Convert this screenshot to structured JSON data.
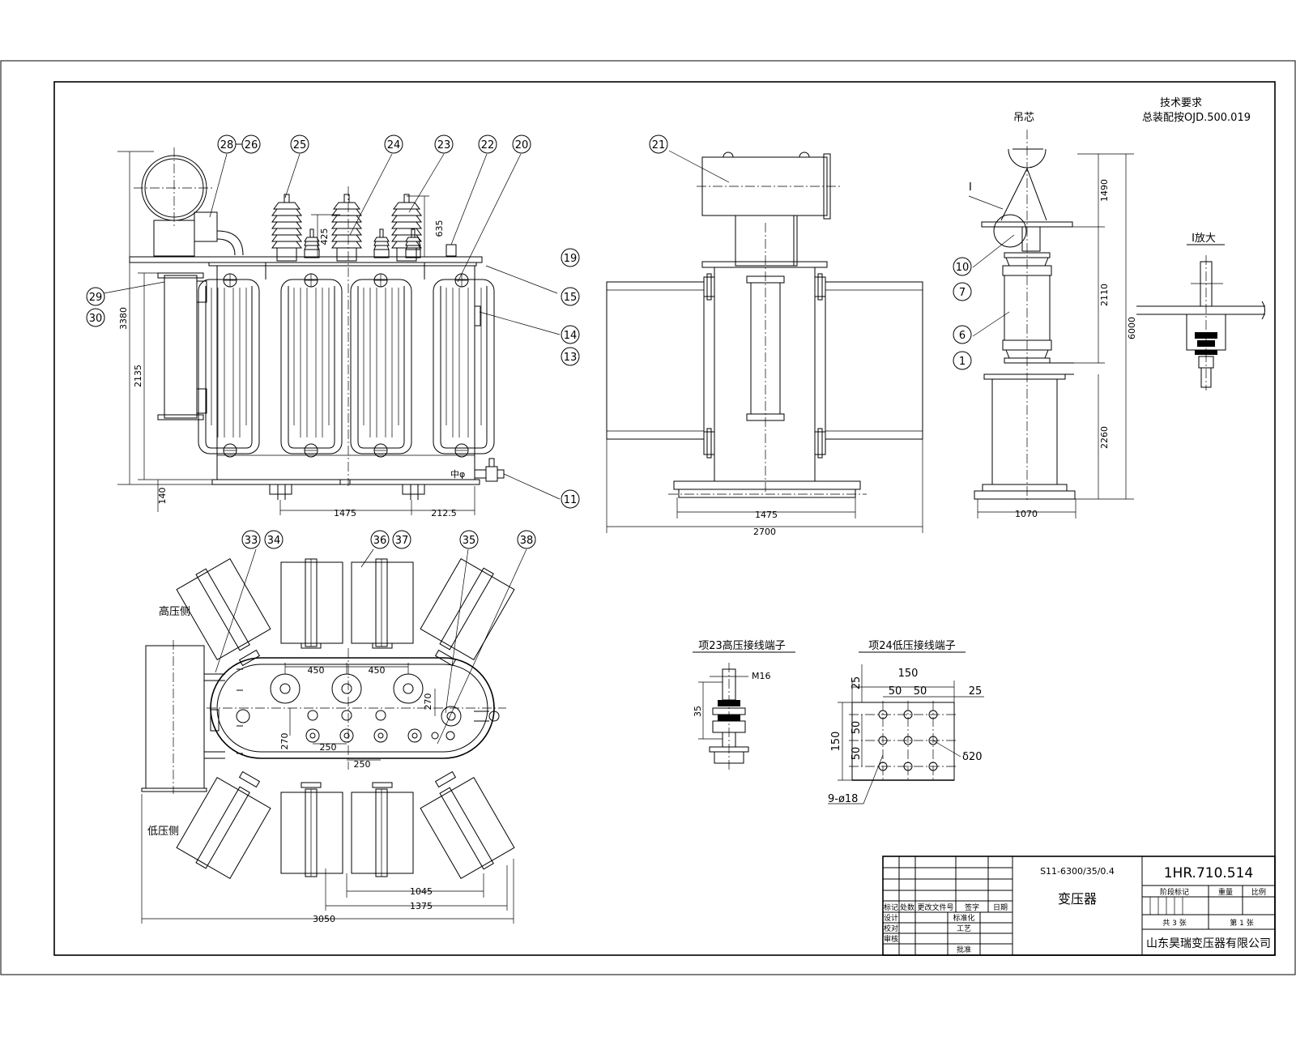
{
  "tech_requirements": {
    "title": "技术要求",
    "line": "总装配按OJD.500.019"
  },
  "front_view": {
    "dims": {
      "h_3380": "3380",
      "h_2135": "2135",
      "h_140": "140",
      "w_1475": "1475",
      "w_212": "212.5",
      "h_425": "425",
      "h_635": "635"
    },
    "mark_jz": "中φ"
  },
  "side_view": {
    "dims": {
      "w_1475": "1475",
      "w_2700": "2700"
    }
  },
  "end_view": {
    "label_lift": "吊芯",
    "label_detail": "I",
    "dims": {
      "h_1490": "1490",
      "h_2110": "2110",
      "h_2260": "2260",
      "h_6000": "6000",
      "w_1070": "1070"
    }
  },
  "detail_view": {
    "title": "I放大"
  },
  "plan_view": {
    "label_hv": "高压侧",
    "label_lv": "低压侧",
    "dims": {
      "d450a": "450",
      "d450b": "450",
      "d270a": "270",
      "d270b": "270",
      "d250a": "250",
      "d250b": "250",
      "d1045": "1045",
      "d1375": "1375",
      "d3050": "3050"
    }
  },
  "hv_terminal": {
    "title": "项23高压接线端子",
    "m16": "M16",
    "d35": "35"
  },
  "lv_terminal": {
    "title": "项24低压接线端子",
    "dims": {
      "d150": "150",
      "d25a": "25",
      "d50a": "50",
      "d50b": "50",
      "d25b": "25",
      "v150": "150",
      "v50a": "50",
      "v50b": "50"
    },
    "delta": "δ20",
    "holes": "9-ø18"
  },
  "balloons": [
    {
      "id": "b28",
      "text": "28"
    },
    {
      "id": "b26",
      "text": "26"
    },
    {
      "id": "b25",
      "text": "25"
    },
    {
      "id": "b24",
      "text": "24"
    },
    {
      "id": "b23",
      "text": "23"
    },
    {
      "id": "b22",
      "text": "22"
    },
    {
      "id": "b20",
      "text": "20"
    },
    {
      "id": "b19",
      "text": "19"
    },
    {
      "id": "b15",
      "text": "15"
    },
    {
      "id": "b14",
      "text": "14"
    },
    {
      "id": "b13",
      "text": "13"
    },
    {
      "id": "b29",
      "text": "29"
    },
    {
      "id": "b30",
      "text": "30"
    },
    {
      "id": "b11",
      "text": "11"
    },
    {
      "id": "b21",
      "text": "21"
    },
    {
      "id": "b10",
      "text": "10"
    },
    {
      "id": "b7",
      "text": "7"
    },
    {
      "id": "b6",
      "text": "6"
    },
    {
      "id": "b1",
      "text": "1"
    },
    {
      "id": "b33",
      "text": "33"
    },
    {
      "id": "b34",
      "text": "34"
    },
    {
      "id": "b36",
      "text": "36"
    },
    {
      "id": "b37",
      "text": "37"
    },
    {
      "id": "b35",
      "text": "35"
    },
    {
      "id": "b38",
      "text": "38"
    }
  ],
  "title_block": {
    "model": "S11-6300/35/0.4",
    "name": "变压器",
    "drawing_no": "1HR.710.514",
    "company": "山东昊瑞变压器有限公司",
    "col_headers": [
      "阶段标记",
      "重量",
      "比例"
    ],
    "sheets": {
      "total": "共 3 张",
      "current": "第 1 张"
    },
    "rev_headers": [
      "标记",
      "处数",
      "更改文件号",
      "签字",
      "日期"
    ],
    "roles": [
      "设计",
      "校对",
      "审核",
      "标准化",
      "工艺",
      "批准"
    ]
  }
}
